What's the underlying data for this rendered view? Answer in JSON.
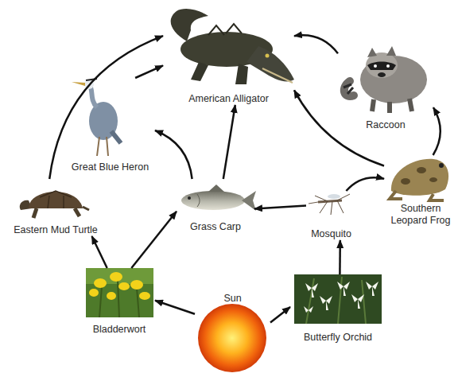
{
  "diagram": {
    "nodes": [
      {
        "text": [
          "American Alligator"
        ]
      },
      {
        "text": [
          "Great Blue Heron"
        ]
      },
      {
        "text": [
          "Raccoon"
        ]
      },
      {
        "text": [
          "Eastern Mud Turtle"
        ]
      },
      {
        "text": [
          "Grass Carp"
        ]
      },
      {
        "text": [
          "Mosquito"
        ]
      },
      {
        "text": [
          "Southern Leopard Frog"
        ]
      },
      {
        "text": [
          "Bladderwort"
        ]
      },
      {
        "text": [
          "Sun"
        ]
      },
      {
        "text": [
          "Butterfly Orchid"
        ]
      }
    ],
    "edges": [
      {
        "from": 8,
        "to": 7,
        "arrow": "to"
      },
      {
        "from": 8,
        "to": 9,
        "arrow": "to"
      },
      {
        "from": 7,
        "to": 3,
        "arrow": "to"
      },
      {
        "from": 7,
        "to": 4,
        "arrow": "to"
      },
      {
        "from": 9,
        "to": 5,
        "arrow": "to"
      },
      {
        "from": 5,
        "to": 4,
        "arrow": "to"
      },
      {
        "from": 5,
        "to": 6,
        "arrow": "to"
      },
      {
        "from": 6,
        "to": 2,
        "arrow": "to"
      },
      {
        "from": 6,
        "to": 0,
        "arrow": "to"
      },
      {
        "from": 2,
        "to": 0,
        "arrow": "to"
      },
      {
        "from": 4,
        "to": 0,
        "arrow": "to"
      },
      {
        "from": 4,
        "to": 1,
        "arrow": "to"
      },
      {
        "from": 1,
        "to": 0,
        "arrow": "to"
      },
      {
        "from": 3,
        "to": 0,
        "arrow": "to"
      }
    ]
  }
}
